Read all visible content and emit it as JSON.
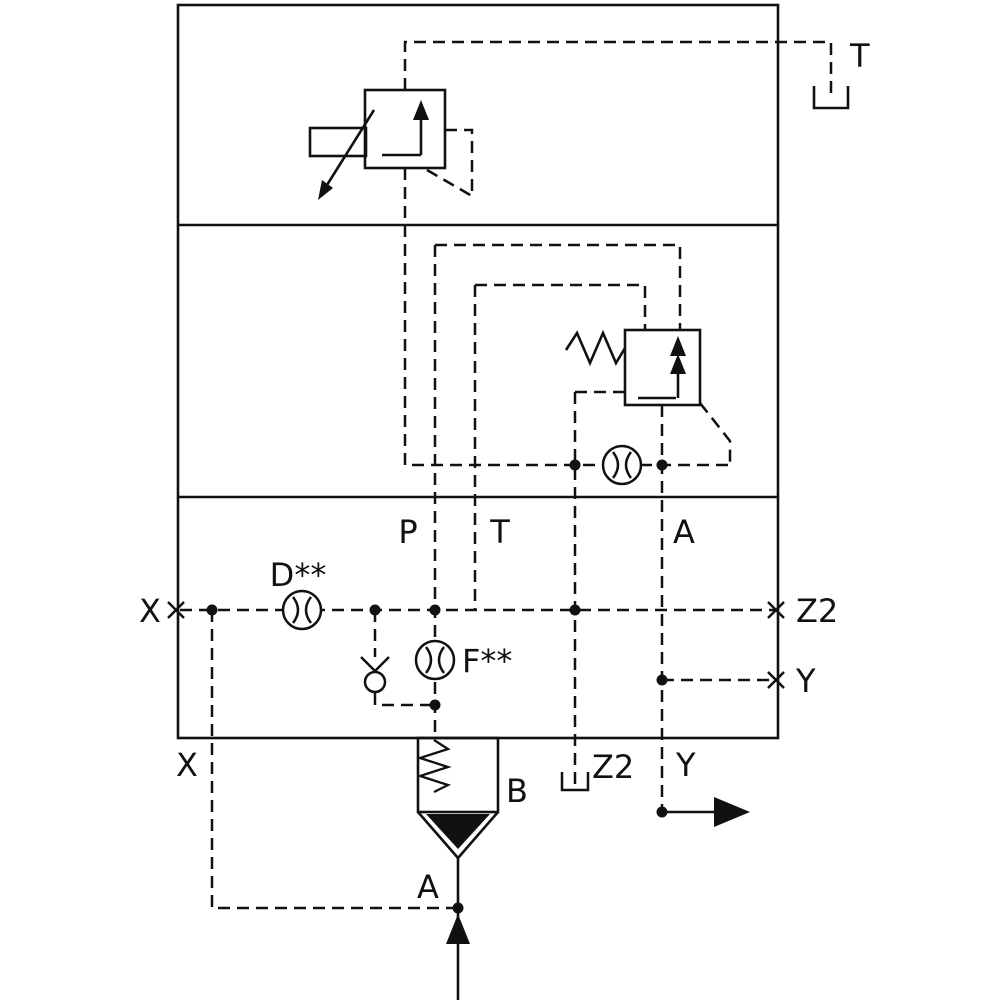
{
  "diagram": {
    "type": "hydraulic-valve-schematic",
    "background": "#ffffff",
    "line_color": "#111111",
    "labels": {
      "tank_top": "T",
      "port_x_left": "X",
      "port_z2_right": "Z2",
      "port_y_right": "Y",
      "port_p": "P",
      "port_t": "T",
      "port_a": "A",
      "port_x_bottom": "X",
      "port_z2_bottom": "Z2",
      "port_y_bottom": "Y",
      "port_b": "B",
      "port_a_bottom": "A",
      "orifice_d": "D**",
      "orifice_f": "F**"
    },
    "symbols": [
      "pressure-reducing-valve",
      "pressure-relief-valve",
      "spring",
      "orifice",
      "check-valve",
      "poppet-cartridge-valve",
      "tank",
      "flow-direction-arrow"
    ]
  }
}
